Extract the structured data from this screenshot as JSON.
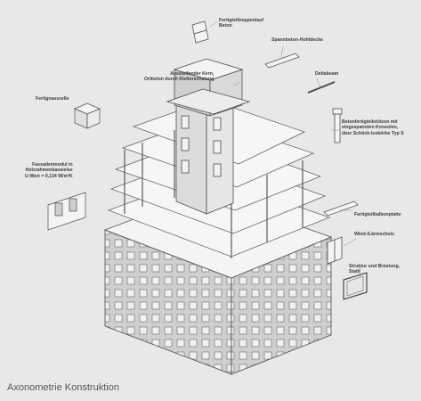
{
  "caption": "Axonometrie Konstruktion",
  "labels": {
    "stair": [
      "Fertigteiltreppenlauf",
      "Beton"
    ],
    "hollowcore": [
      "Spannbeton-Hohldecke"
    ],
    "core": [
      "Aussteifender Kern,",
      "Ortbeton durch Kletterschalung"
    ],
    "deltabeam": [
      "Deltabeam"
    ],
    "wetcell": [
      "Fertignasszelle"
    ],
    "columns": [
      "Betonfertigteilstützen mit",
      "eingespannten Konsolen,",
      "über Schöck-Isokörbe Typ S"
    ],
    "facade": [
      "Fassadenmodul in",
      "Holzrahmenbauweise",
      "U-Wert = 0,134 W/m²K"
    ],
    "balcony": [
      "Fertigteilbalkonplatte"
    ],
    "noise": [
      "Wind-/Lärmschutz"
    ],
    "structure": [
      "Struktur und Brüstung,",
      "Stahl"
    ]
  },
  "colors": {
    "background": "#e8e8e7",
    "line": "#4a4a4a",
    "light": "#f4f4f3",
    "grid": "#8a8a8a"
  }
}
